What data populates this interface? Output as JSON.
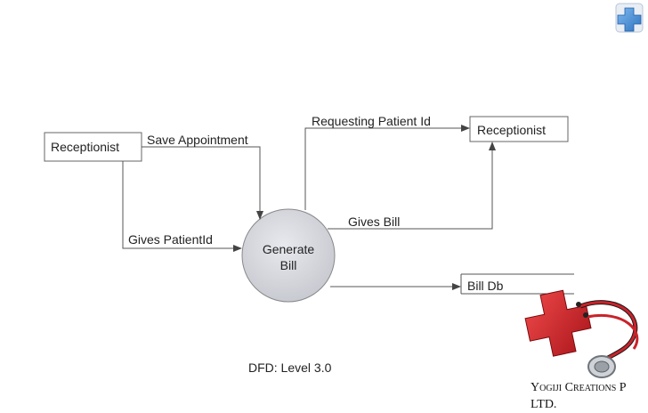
{
  "diagram": {
    "entities": {
      "receptionist_left": "Receptionist",
      "receptionist_right": "Receptionist"
    },
    "process": {
      "line1": "Generate",
      "line2": "Bill"
    },
    "datastore": "Bill  Db",
    "flows": {
      "save_appointment": "Save Appointment",
      "gives_patient_id": "Gives PatientId",
      "requesting_patient_id": "Requesting Patient Id",
      "gives_bill": "Gives Bill"
    }
  },
  "caption": "DFD: Level 3.0",
  "footer": {
    "line1": "Yogiji Creations P",
    "line2": "LTD."
  },
  "icons": {
    "top_right": "medical-cross-icon",
    "bottom_right": "stethoscope-cross-icon"
  },
  "colors": {
    "process_fill": "#d4d6dc",
    "medical_blue": "#4a90d9",
    "medical_red": "#d8262a"
  }
}
